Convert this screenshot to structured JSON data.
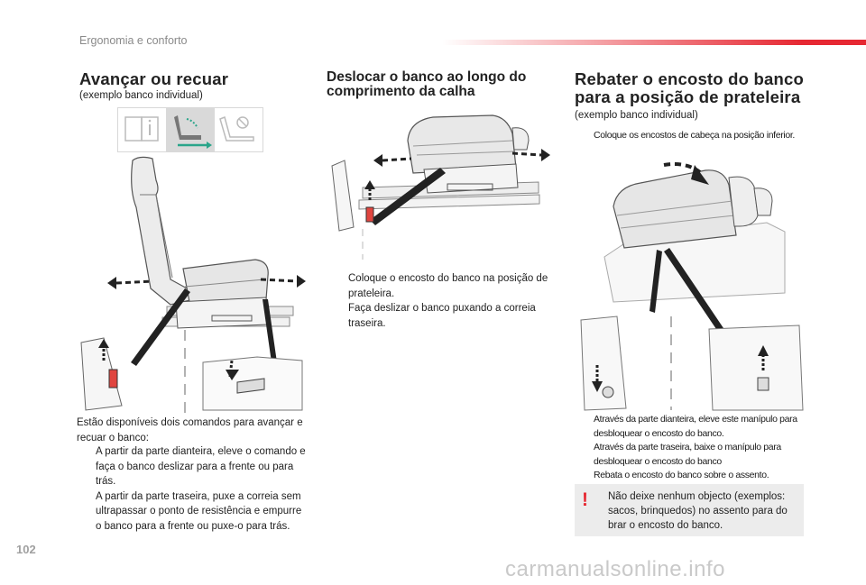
{
  "header": {
    "section": "Ergonomia e conforto",
    "accent_color": "#e62832"
  },
  "col1": {
    "title": "Avançar ou recuar",
    "subtitle": "(exemplo banco individual)",
    "icons": [
      "book-icon",
      "seat-adjust-icon",
      "child-seat-icon"
    ],
    "intro": "Estão disponíveis dois comandos para avançar e recuar o banco:",
    "bullets": [
      "A partir da parte dianteira, eleve o comando e faça o banco deslizar para a frente ou para trás.",
      "A partir da parte traseira, puxe a correia sem ultrapassar o ponto de resistência e empurre o banco para a frente ou puxe-o para trás."
    ]
  },
  "col2": {
    "title": "Deslocar o banco ao longo do comprimento da calha",
    "bullets": [
      "Coloque o encosto do banco na posição de prateleira.",
      "Faça deslizar o banco puxando a correia traseira."
    ]
  },
  "col3": {
    "title": "Rebater o encosto do banco para a posição de prateleira",
    "subtitle": "(exemplo banco individual)",
    "top_bullet": "Coloque os encostos de cabeça na posição inferior.",
    "bullets": [
      "Através da parte dianteira, eleve este manípulo para desbloquear o encosto do banco.",
      "Através da parte traseira, baixe o manípulo para desbloquear o encosto do banco",
      "Rebata o encosto do banco sobre o assento."
    ],
    "warning": {
      "mark": "!",
      "text": "Não deixe nenhum objecto (exemplos: sacos, brinquedos) no assento para do brar o encosto do banco."
    }
  },
  "bullet_marker": "",
  "page_number": "102",
  "watermark": "carmanualsonline.info"
}
